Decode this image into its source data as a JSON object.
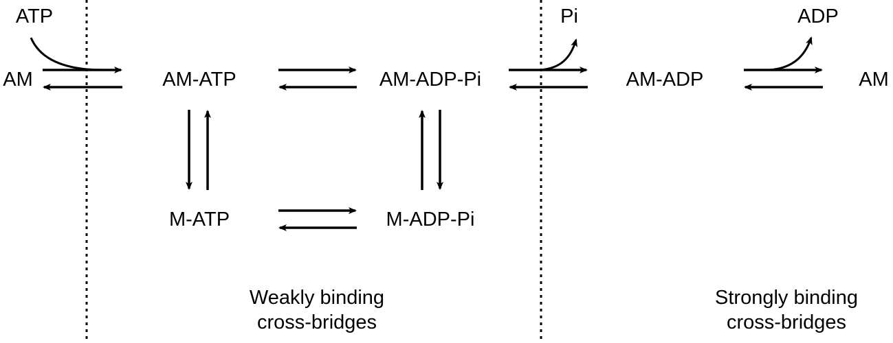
{
  "species": {
    "am_left": "AM",
    "atp_in": "ATP",
    "am_atp": "AM-ATP",
    "am_adp_pi": "AM-ADP-Pi",
    "pi_out": "Pi",
    "am_adp": "AM-ADP",
    "adp_out": "ADP",
    "am_right": "AM",
    "m_atp": "M-ATP",
    "m_adp_pi": "M-ADP-Pi"
  },
  "regions": {
    "weak_line1": "Weakly binding",
    "weak_line2": "cross-bridges",
    "strong_line1": "Strongly binding",
    "strong_line2": "cross-bridges"
  },
  "colors": {
    "ink": "#000000",
    "background": "#ffffff"
  }
}
